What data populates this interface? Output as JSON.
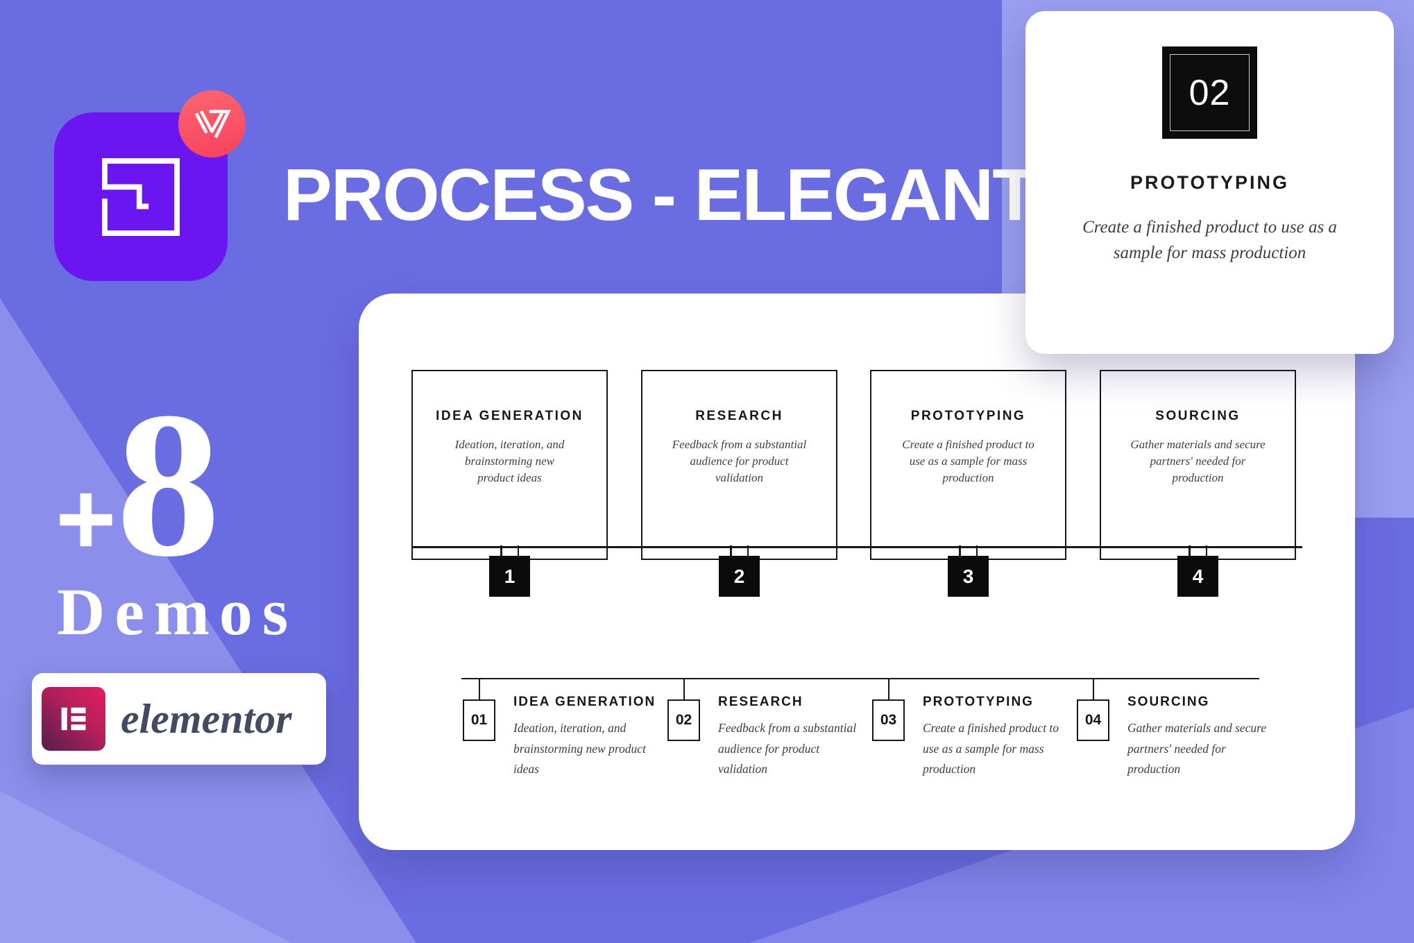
{
  "header": {
    "title": "PROCESS - ELEGANT"
  },
  "promo": {
    "plus": "+",
    "count": "8",
    "label": "Demos"
  },
  "brand": {
    "name": "elementor"
  },
  "feature_card": {
    "badge_number": "02",
    "title": "PROTOTYPING",
    "description": "Create a finished product to use as a sample for mass production"
  },
  "process": {
    "steps": [
      {
        "number": "1",
        "index": "01",
        "title": "IDEA GENERATION",
        "description": "Ideation, iteration, and brainstorming new product ideas"
      },
      {
        "number": "2",
        "index": "02",
        "title": "RESEARCH",
        "description": "Feedback from a substantial audience for product validation"
      },
      {
        "number": "3",
        "index": "03",
        "title": "PROTOTYPING",
        "description": "Create a finished product to use as a sample for mass production"
      },
      {
        "number": "4",
        "index": "04",
        "title": "SOURCING",
        "description": "Gather materials and secure partners' needed for production"
      }
    ]
  },
  "icons": {
    "app_logo": "square-maze-glyph",
    "brand_badge": "visualmodo-w-mark",
    "elementor_logo": "elementor-e-mark"
  },
  "colors": {
    "background": "#6A6DE2",
    "background_band": "#9A9EF0",
    "background_wedge": "#8B8FEB",
    "app_icon_purple": "#6B16F1",
    "badge_pink_top": "#FC6672",
    "badge_pink_bottom": "#F8415C",
    "elementor_gradient_start": "#E61E5F",
    "elementor_gradient_end": "#521F4D",
    "brand_text": "#454A63",
    "ink_black": "#0d0d0d",
    "card_white": "#FFFFFF"
  }
}
